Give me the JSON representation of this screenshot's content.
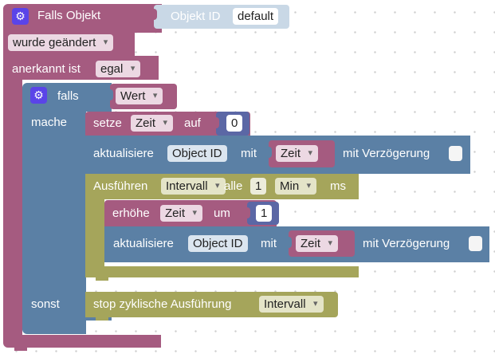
{
  "top_block": {
    "header_label": "Falls Objekt",
    "object_id_label": "Objekt ID",
    "object_id_value": "default",
    "changed_option": "wurde geändert",
    "ack_label": "anerkannt ist",
    "ack_option": "egal"
  },
  "if_block": {
    "falls_label": "falls",
    "condition_value": "Wert",
    "do_label": "mache",
    "else_label": "sonst"
  },
  "set_block": {
    "label": "setze",
    "variable": "Zeit",
    "to_label": "auf",
    "value": "0"
  },
  "update_block_1": {
    "label": "aktualisiere",
    "object_id": "Object ID",
    "with_label": "mit",
    "variable": "Zeit",
    "delay_label": "mit Verzögerung"
  },
  "interval_block": {
    "label": "Ausführen",
    "name": "Intervall",
    "every_label": "alle",
    "amount": "1",
    "unit": "Min",
    "unit_suffix": "ms"
  },
  "increment_block": {
    "label": "erhöhe",
    "variable": "Zeit",
    "by_label": "um",
    "value": "1"
  },
  "update_block_2": {
    "label": "aktualisiere",
    "object_id": "Object ID",
    "with_label": "mit",
    "variable": "Zeit",
    "delay_label": "mit Verzögerung"
  },
  "stop_block": {
    "label": "stop zyklische Ausführung",
    "name": "Intervall"
  },
  "colors": {
    "event_block": "#a55b80",
    "logic_block": "#5b80a5",
    "variable_block": "#a55b80",
    "timer_block": "#a5a55b",
    "number_block": "#5b67a5",
    "gear_icon": "#5a44e8"
  }
}
